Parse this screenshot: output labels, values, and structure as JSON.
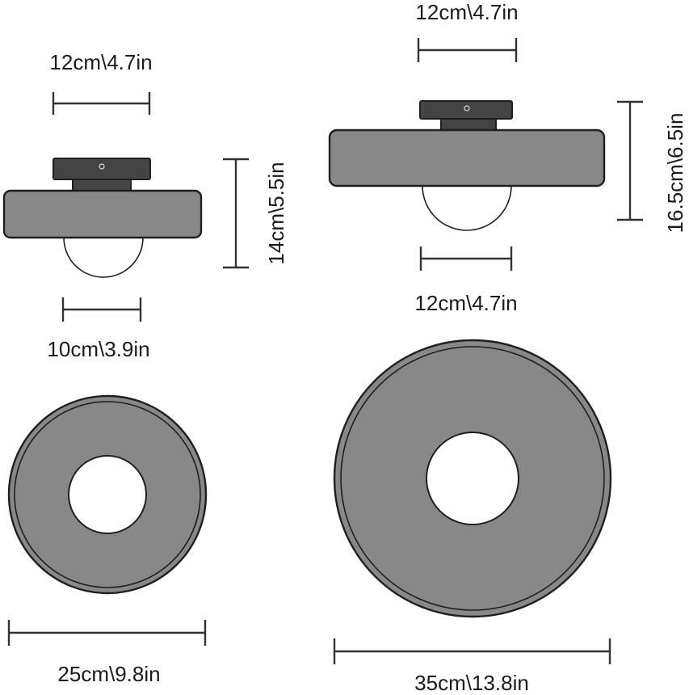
{
  "small_lamp": {
    "top_width_label": "12cm\\4.7in",
    "height_label": "14cm\\5.5in",
    "bulb_width_label": "10cm\\3.9in",
    "diameter_label": "25cm\\9.8in"
  },
  "large_lamp": {
    "top_width_label": "12cm\\4.7in",
    "height_label": "16.5cm\\6.5in",
    "bulb_width_label": "12cm\\4.7in",
    "diameter_label": "35cm\\13.8in"
  },
  "colors": {
    "body": "#888888",
    "base": "#444444",
    "outline": "#1f1f1f"
  }
}
